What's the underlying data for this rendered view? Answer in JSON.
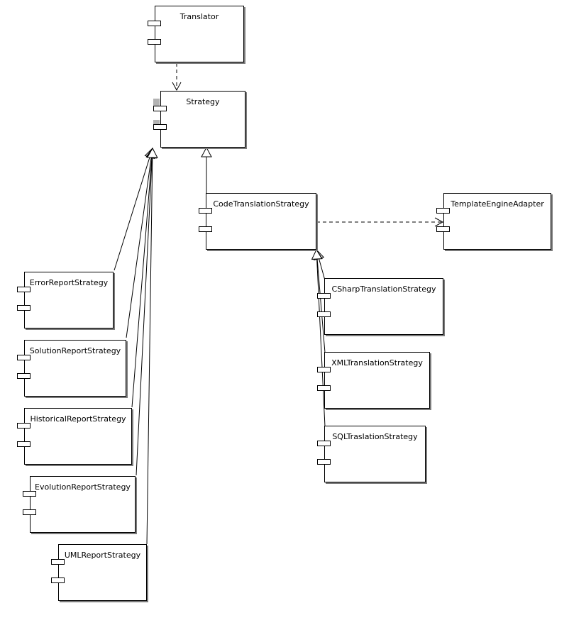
{
  "components": {
    "translator": "Translator",
    "strategy": "Strategy",
    "code_translation": "CodeTranslationStrategy",
    "template_engine": "TemplateEngineAdapter",
    "error_report": "ErrorReportStrategy",
    "solution_report": "SolutionReportStrategy",
    "historical_report": "HistoricalReportStrategy",
    "evolution_report": "EvolutionReportStrategy",
    "uml_report": "UMLReportStrategy",
    "csharp_translation": "CSharpTranslationStrategy",
    "xml_translation": "XMLTranslationStrategy",
    "sql_translation": "SQLTraslationStrategy"
  },
  "colors": {
    "line": "#000000",
    "shadow": "#7a7a7a"
  }
}
